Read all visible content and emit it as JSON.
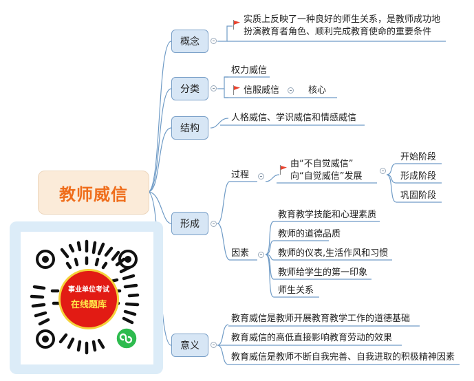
{
  "root": {
    "label": "教师威信"
  },
  "branches": {
    "concept": {
      "label": "概念",
      "text_line1": "实质上反映了一种良好的师生关系，是教师成功地",
      "text_line2": "扮演教育者角色、顺利完成教育使命的重要条件"
    },
    "category": {
      "label": "分类",
      "items": [
        "权力威信",
        "信服威信"
      ],
      "core": "核心"
    },
    "structure": {
      "label": "结构",
      "text": "人格威信、学识威信和情感威信"
    },
    "formation": {
      "label": "形成",
      "process": {
        "label": "过程",
        "line1": "由“不自觉威信”",
        "line2": "向“自觉威信”发展",
        "stages": [
          "开始阶段",
          "形成阶段",
          "巩固阶段"
        ]
      },
      "factors": {
        "label": "因素",
        "items": [
          "教育教学技能和心理素质",
          "教师的道德品质",
          "教师的仪表,生活作风和习惯",
          "教师给学生的第一印象",
          "师生关系"
        ]
      }
    },
    "meaning": {
      "label": "意义",
      "items": [
        "教育威信是教师开展教育教学工作的道德基础",
        "教育威信的高低直接影响教育劳动的效果",
        "教育威信是教师不断自我完善、自我进取的积极精神因素"
      ]
    }
  },
  "qr": {
    "line1": "事业单位考试",
    "line2": "在线题库"
  },
  "colors": {
    "root_text": "#ef6d1b",
    "root_bg": "#fbebd9",
    "topic_bg": "#d7e6f5",
    "topic_border": "#7aa0c8",
    "line": "#6f9bc6",
    "flag": "#e8432f",
    "qr_red": "#e21b14",
    "qr_frame": "#dcecf8",
    "qr_green": "#2dbb4e"
  },
  "icons": [
    "flag-icon",
    "collapse-toggle-icon",
    "mini-program-icon"
  ]
}
